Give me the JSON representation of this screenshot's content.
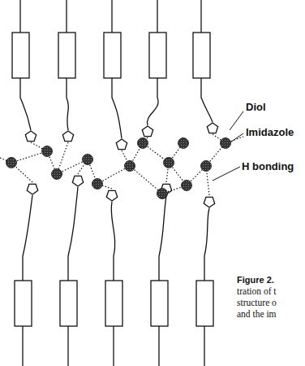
{
  "diagram": {
    "labels": [
      "Diol",
      "Imidazole",
      "H bonding",
      "Figure 2.",
      "tration of t",
      "structure o",
      "and the im"
    ]
  }
}
